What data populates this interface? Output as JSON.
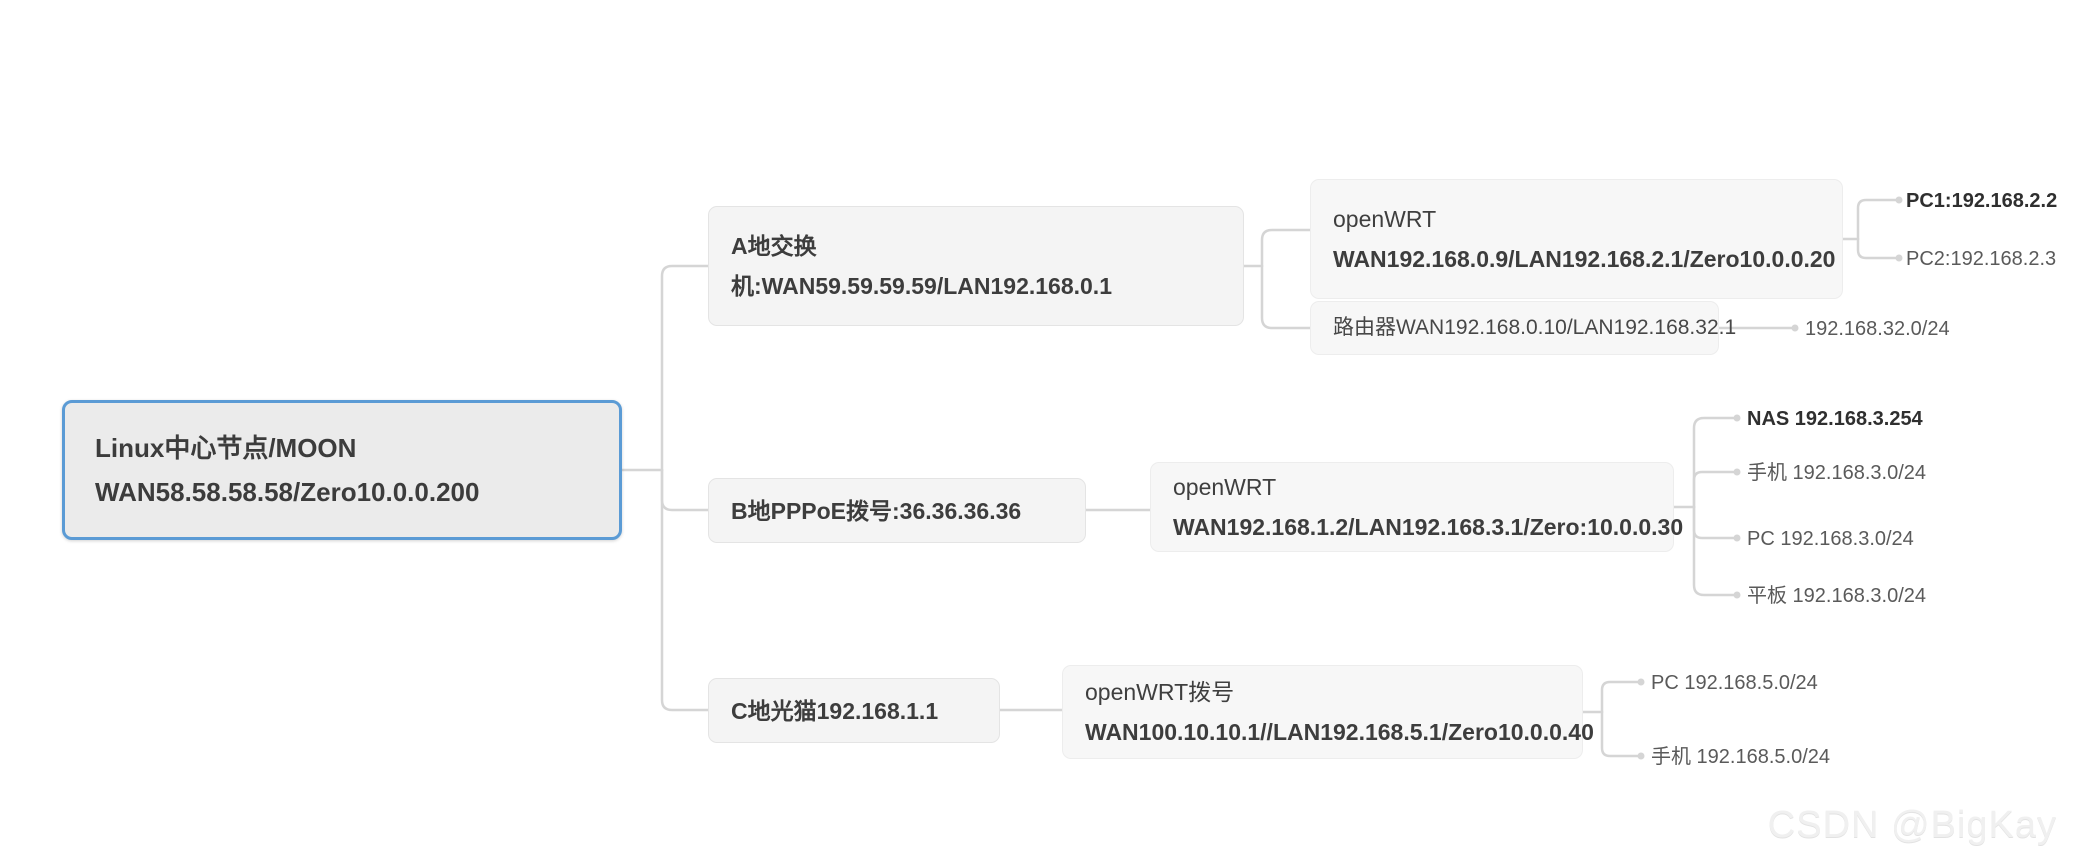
{
  "diagram": {
    "type": "mindmap",
    "title": "ZeroTier / openWRT network topology mind map",
    "watermark": "CSDN @BigKay",
    "accent_color": "#5b9bd5",
    "node_fill": "#ebebeb",
    "branch_fill": "#f4f4f4",
    "connector_color": "#d5d5d5",
    "root": {
      "line1": "Linux中心节点/MOON",
      "line2": "WAN58.58.58.58/Zero10.0.0.200"
    },
    "branches": [
      {
        "id": "a",
        "line1": "A地交换",
        "line2": "机:WAN59.59.59.59/LAN192.168.0.1",
        "children": [
          {
            "id": "a-openwrt",
            "line1": "openWRT",
            "line2": "WAN192.168.0.9/LAN192.168.2.1/Zero10.0.0.20",
            "leaves": [
              {
                "label": "PC1:192.168.2.2",
                "emphasis": "strong"
              },
              {
                "label": "PC2:192.168.2.3",
                "emphasis": "normal"
              }
            ]
          },
          {
            "id": "a-router",
            "line1": "路由器WAN192.168.0.10/LAN192.168.32.1",
            "line2": "",
            "leaves": [
              {
                "label": "192.168.32.0/24",
                "emphasis": "normal"
              }
            ]
          }
        ]
      },
      {
        "id": "b",
        "line1": "B地PPPoE拨号:36.36.36.36",
        "line2": "",
        "children": [
          {
            "id": "b-openwrt",
            "line1": "openWRT",
            "line2": "WAN192.168.1.2/LAN192.168.3.1/Zero:10.0.0.30",
            "leaves": [
              {
                "label": "NAS 192.168.3.254",
                "emphasis": "strong"
              },
              {
                "label": "手机 192.168.3.0/24",
                "emphasis": "normal"
              },
              {
                "label": "PC 192.168.3.0/24",
                "emphasis": "normal"
              },
              {
                "label": "平板 192.168.3.0/24",
                "emphasis": "normal"
              }
            ]
          }
        ]
      },
      {
        "id": "c",
        "line1": "C地光猫192.168.1.1",
        "line2": "",
        "children": [
          {
            "id": "c-openwrt",
            "line1": "openWRT拨号",
            "line2": "WAN100.10.10.1//LAN192.168.5.1/Zero10.0.0.40",
            "leaves": [
              {
                "label": "PC 192.168.5.0/24",
                "emphasis": "normal"
              },
              {
                "label": "手机 192.168.5.0/24",
                "emphasis": "normal"
              }
            ]
          }
        ]
      }
    ]
  }
}
